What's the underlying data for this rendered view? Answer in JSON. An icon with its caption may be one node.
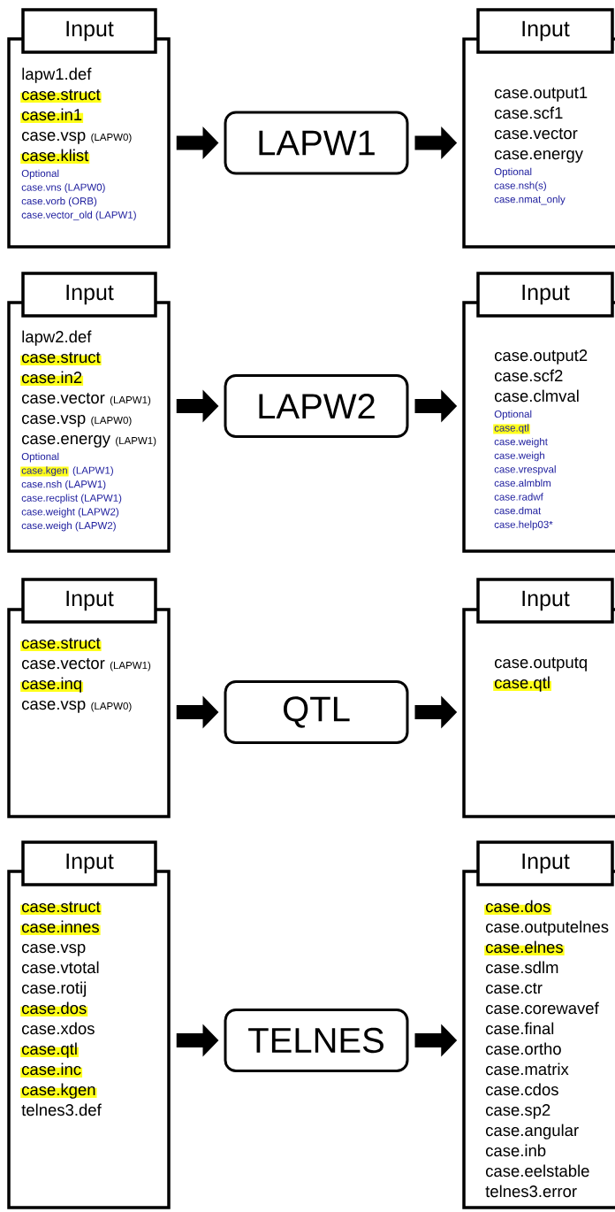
{
  "diagram": {
    "nodes": [
      {
        "text": [
          "Input",
          "lapw1.def",
          "case.struct",
          "case.in1",
          "case.vsp",
          "(LAPW0)",
          "case.klist",
          "Optional",
          "case.vns (LAPW0)",
          "case.vorb (ORB)",
          "case.vector_old (LAPW1)"
        ]
      },
      {
        "text": [
          "LAPW1"
        ]
      },
      {
        "text": [
          "Input",
          "case.output1",
          "case.scf1",
          "case.vector",
          "case.energy",
          "Optional",
          "case.nsh(s)",
          "case.nmat_only"
        ]
      },
      {
        "text": [
          "Input",
          "lapw2.def",
          "case.struct",
          "case.in2",
          "case.vector",
          "(LAPW1)",
          "case.vsp",
          "(LAPW0)",
          "case.energy",
          "(LAPW1)",
          "Optional",
          "case.kgen",
          "(LAPW1)",
          "case.nsh (LAPW1)",
          "case.recplist (LAPW1)",
          "case.weight (LAPW2)",
          "case.weigh (LAPW2)"
        ]
      },
      {
        "text": [
          "LAPW2"
        ]
      },
      {
        "text": [
          "Input",
          "case.output2",
          "case.scf2",
          "case.clmval",
          "Optional",
          "case.qtl",
          "case.weight",
          "case.weigh",
          "case.vrespval",
          "case.almblm",
          "case.radwf",
          "case.dmat",
          "case.help03*"
        ]
      },
      {
        "text": [
          "Input",
          "case.struct",
          "case.vector",
          "(LAPW1)",
          "case.inq",
          "case.vsp",
          "(LAPW0)"
        ]
      },
      {
        "text": [
          "QTL"
        ]
      },
      {
        "text": [
          "Input",
          "case.outputq",
          "case.qtl"
        ]
      },
      {
        "text": [
          "Input",
          "case.struct",
          "case.innes",
          "case.vsp",
          "case.vtotal",
          "case.rotij",
          "case.dos",
          "case.xdos",
          "case.qtl",
          "case.inc",
          "case.kgen",
          "telnes3.def"
        ]
      },
      {
        "text": [
          "TELNES"
        ]
      },
      {
        "text": [
          "Input",
          "case.dos",
          "case.outputelnes",
          "case.elnes",
          "case.sdlm",
          "case.ctr",
          "case.corewavef",
          "case.final",
          "case.ortho",
          "case.matrix",
          "case.cdos",
          "case.sp2",
          "case.angular",
          "case.inb",
          "case.eelstable",
          "telnes3.error"
        ]
      }
    ],
    "edges": [
      {
        "from": 0,
        "to": 1,
        "arrow": "to"
      },
      {
        "from": 1,
        "to": 2,
        "arrow": "to"
      },
      {
        "from": 3,
        "to": 4,
        "arrow": "to"
      },
      {
        "from": 4,
        "to": 5,
        "arrow": "to"
      },
      {
        "from": 6,
        "to": 7,
        "arrow": "to"
      },
      {
        "from": 7,
        "to": 8,
        "arrow": "to"
      },
      {
        "from": 9,
        "to": 10,
        "arrow": "to"
      },
      {
        "from": 10,
        "to": 11,
        "arrow": "to"
      }
    ]
  }
}
